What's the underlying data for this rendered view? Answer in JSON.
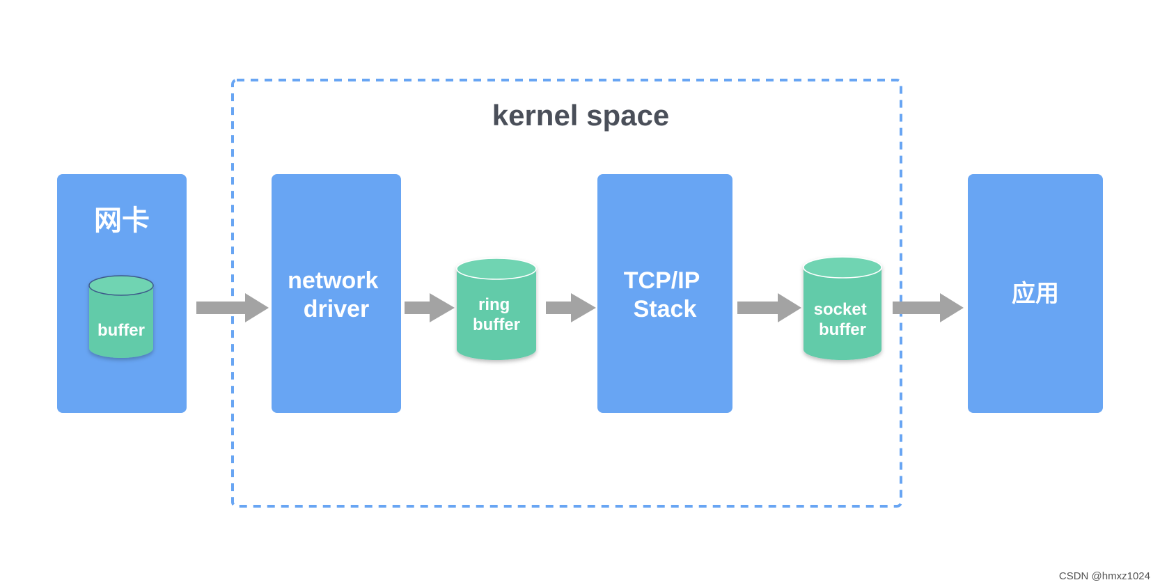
{
  "colors": {
    "box": "#68a5f3",
    "cylinder": "#62cba9",
    "cylinder_top": "#6fd4b2",
    "arrow": "#a3a3a3",
    "dashed_border": "#68a5f3",
    "title": "#4a4f59"
  },
  "kernel": {
    "title": "kernel space"
  },
  "nodes": {
    "nic": {
      "title": "网卡",
      "buffer_label": "buffer"
    },
    "driver": {
      "line1": "network",
      "line2": "driver"
    },
    "ring_buffer": {
      "line1": "ring",
      "line2": "buffer"
    },
    "tcpip": {
      "line1": "TCP/IP",
      "line2": "Stack"
    },
    "socket_buffer": {
      "line1": "socket",
      "line2": "buffer"
    },
    "app": {
      "title": "应用"
    }
  },
  "watermark": {
    "text": "CSDN @hmxz1024"
  }
}
